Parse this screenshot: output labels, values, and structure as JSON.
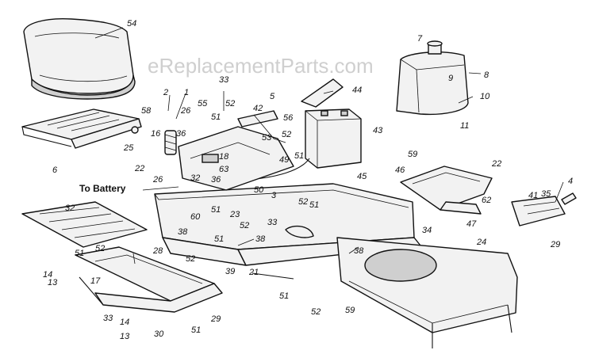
{
  "watermark": "eReplacementParts.com",
  "annotation": "To Battery",
  "callouts": [
    {
      "id": "c54",
      "text": "54"
    },
    {
      "id": "c7",
      "text": "7"
    },
    {
      "id": "c8",
      "text": "8"
    },
    {
      "id": "c9",
      "text": "9"
    },
    {
      "id": "c10",
      "text": "10"
    },
    {
      "id": "c11",
      "text": "11"
    },
    {
      "id": "c44",
      "text": "44"
    },
    {
      "id": "c43",
      "text": "43"
    },
    {
      "id": "c33a",
      "text": "33"
    },
    {
      "id": "c2",
      "text": "2"
    },
    {
      "id": "c1",
      "text": "1"
    },
    {
      "id": "c58",
      "text": "58"
    },
    {
      "id": "c26a",
      "text": "26"
    },
    {
      "id": "c55",
      "text": "55"
    },
    {
      "id": "c52a",
      "text": "52"
    },
    {
      "id": "c42",
      "text": "42"
    },
    {
      "id": "c5",
      "text": "5"
    },
    {
      "id": "c56",
      "text": "56"
    },
    {
      "id": "c51a",
      "text": "51"
    },
    {
      "id": "c16",
      "text": "16"
    },
    {
      "id": "c36a",
      "text": "36"
    },
    {
      "id": "c53",
      "text": "53"
    },
    {
      "id": "c18",
      "text": "18"
    },
    {
      "id": "c52b",
      "text": "52"
    },
    {
      "id": "c49",
      "text": "49"
    },
    {
      "id": "c51b",
      "text": "51"
    },
    {
      "id": "c6",
      "text": "6"
    },
    {
      "id": "c25",
      "text": "25"
    },
    {
      "id": "c22a",
      "text": "22"
    },
    {
      "id": "c26b",
      "text": "26"
    },
    {
      "id": "c32a",
      "text": "32"
    },
    {
      "id": "c63",
      "text": "63"
    },
    {
      "id": "c36b",
      "text": "36"
    },
    {
      "id": "c59a",
      "text": "59"
    },
    {
      "id": "c22b",
      "text": "22"
    },
    {
      "id": "c46",
      "text": "46"
    },
    {
      "id": "c45",
      "text": "45"
    },
    {
      "id": "c50",
      "text": "50"
    },
    {
      "id": "c3",
      "text": "3"
    },
    {
      "id": "c52c",
      "text": "52"
    },
    {
      "id": "c51c",
      "text": "51"
    },
    {
      "id": "c33b",
      "text": "33"
    },
    {
      "id": "c4",
      "text": "4"
    },
    {
      "id": "c41",
      "text": "41"
    },
    {
      "id": "c35",
      "text": "35"
    },
    {
      "id": "c62",
      "text": "62"
    },
    {
      "id": "c47",
      "text": "47"
    },
    {
      "id": "c29a",
      "text": "29"
    },
    {
      "id": "c32b",
      "text": "32"
    },
    {
      "id": "c60",
      "text": "60"
    },
    {
      "id": "c51d",
      "text": "51"
    },
    {
      "id": "c23",
      "text": "23"
    },
    {
      "id": "c52d",
      "text": "52"
    },
    {
      "id": "c38a",
      "text": "38"
    },
    {
      "id": "c51e",
      "text": "51"
    },
    {
      "id": "c38b",
      "text": "38"
    },
    {
      "id": "c34",
      "text": "34"
    },
    {
      "id": "c24",
      "text": "24"
    },
    {
      "id": "c51f",
      "text": "51"
    },
    {
      "id": "c52e",
      "text": "52"
    },
    {
      "id": "c28",
      "text": "28"
    },
    {
      "id": "c14a",
      "text": "14"
    },
    {
      "id": "c13a",
      "text": "13"
    },
    {
      "id": "c52f",
      "text": "52"
    },
    {
      "id": "c39",
      "text": "39"
    },
    {
      "id": "c21",
      "text": "21"
    },
    {
      "id": "c38c",
      "text": "38"
    },
    {
      "id": "c17",
      "text": "17"
    },
    {
      "id": "c51g",
      "text": "51"
    },
    {
      "id": "c52g",
      "text": "52"
    },
    {
      "id": "c59b",
      "text": "59"
    },
    {
      "id": "c33c",
      "text": "33"
    },
    {
      "id": "c14b",
      "text": "14"
    },
    {
      "id": "c13b",
      "text": "13"
    },
    {
      "id": "c30",
      "text": "30"
    },
    {
      "id": "c51h",
      "text": "51"
    },
    {
      "id": "c29b",
      "text": "29"
    }
  ]
}
